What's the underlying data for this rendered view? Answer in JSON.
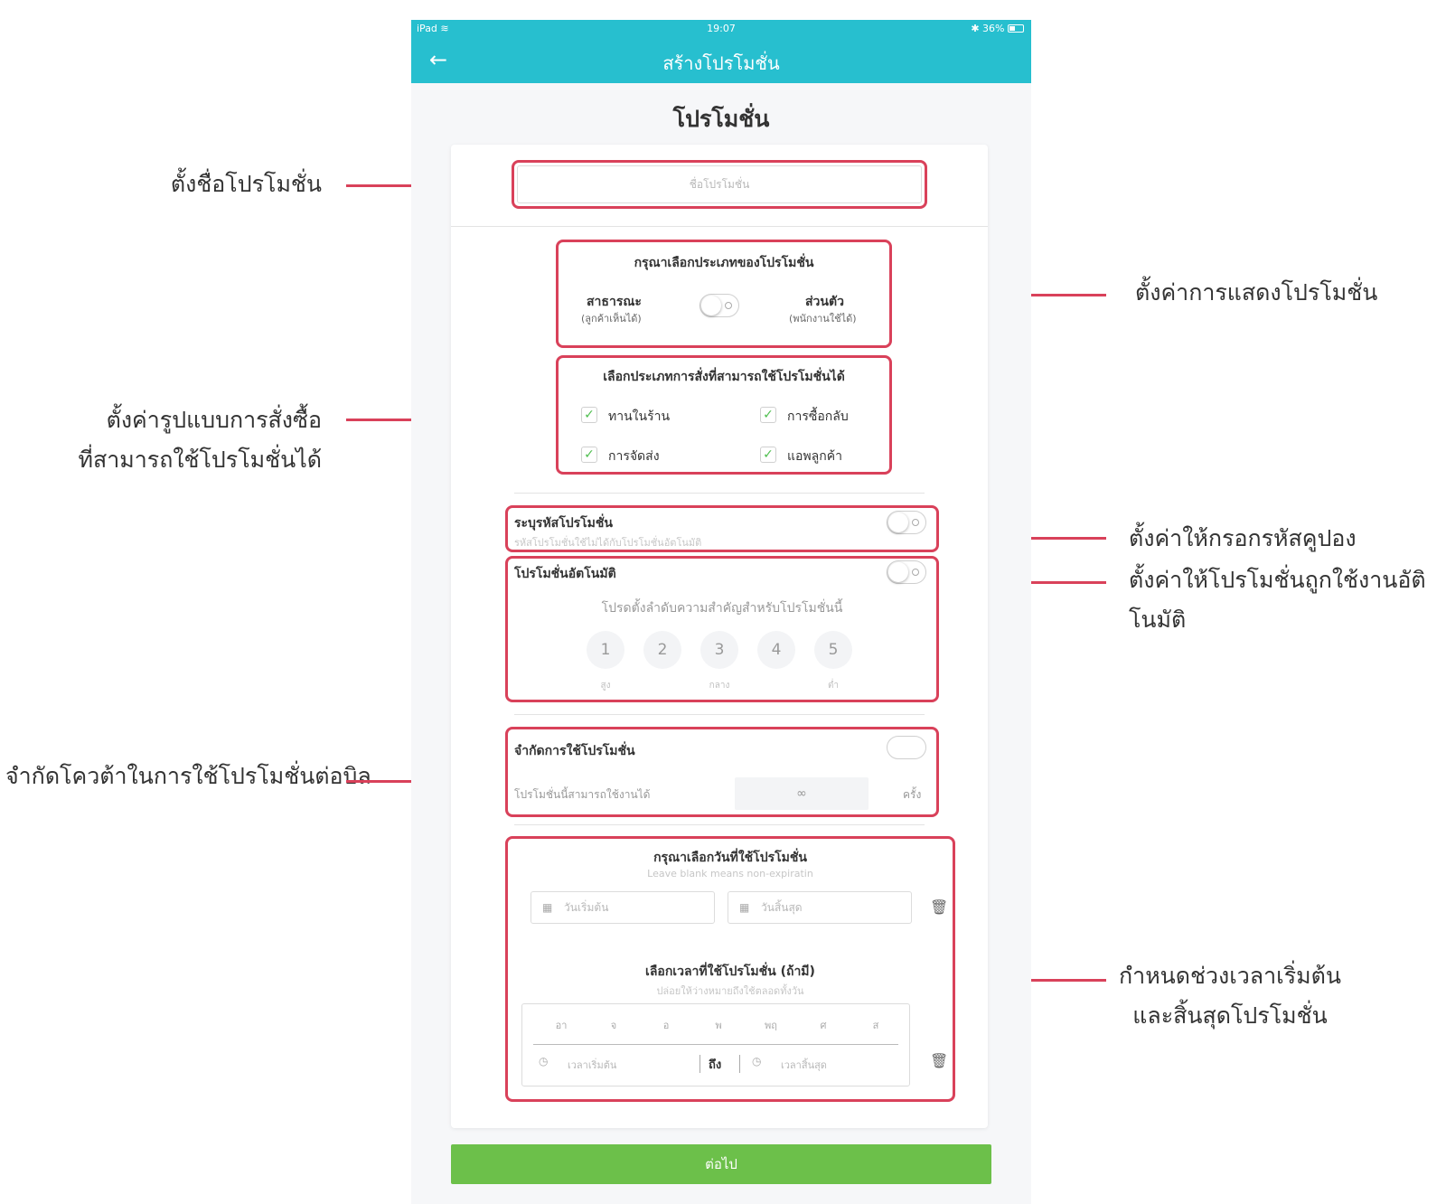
{
  "annotations": {
    "name": "ตั้งชื่อโปรโมชั่น",
    "display": "ตั้งค่าการแสดงโปรโมชั่น",
    "order_type_line1": "ตั้งค่ารูปแบบการสั่งซื้อ",
    "order_type_line2": "ที่สามารถใช้โปรโมชั่นได้",
    "coupon": "ตั้งค่าให้กรอกรหัสคูปอง",
    "auto": "ตั้งค่าให้โปรโมชั่นถูกใช้งานอัติโนมัติ",
    "quota": "จำกัดโควต้าในการใช้โปรโมชั่นต่อบิล",
    "period_line1": "กำหนดช่วงเวลาเริ่มต้น",
    "period_line2": "และสิ้นสุดโปรโมชั่น"
  },
  "statusbar": {
    "device": "iPad",
    "time": "19:07",
    "battery": "36%"
  },
  "navbar": {
    "back_icon": "←",
    "title": "สร้างโปรโมชั่น"
  },
  "page_heading": "โปรโมชั่น",
  "name_input": {
    "placeholder": "ชื่อโปรโมชั่น"
  },
  "promo_type": {
    "title": "กรุณาเลือกประเภทของโปรโมชั่น",
    "public_label": "สาธารณะ",
    "public_sub": "(ลูกค้าเห็นได้)",
    "private_label": "ส่วนตัว",
    "private_sub": "(พนักงานใช้ได้)"
  },
  "order_types": {
    "title": "เลือกประเภทการสั่งที่สามารถใช้โปรโมชั่นได้",
    "items": [
      "ทานในร้าน",
      "การซื้อกลับ",
      "การจัดส่ง",
      "แอพลูกค้า"
    ],
    "checked": [
      true,
      true,
      true,
      true
    ]
  },
  "coupon": {
    "title": "ระบุรหัสโปรโมชั่น",
    "note": "รหัสโปรโมชั่นใช้ไม่ได้กับโปรโมชั่นอัตโนมัติ"
  },
  "auto_promo": {
    "title": "โปรโมชั่นอัตโนมัติ",
    "subtitle": "โปรดตั้งลำดับความสำคัญสำหรับโปรโมชั่นนี้",
    "priorities": [
      "1",
      "2",
      "3",
      "4",
      "5"
    ],
    "priority_labels": {
      "high": "สูง",
      "mid": "กลาง",
      "low": "ต่ำ"
    }
  },
  "limit": {
    "title": "จำกัดการใช้โปรโมชั่น",
    "text": "โปรโมชั่นนี้สามารถใช้งานได้",
    "value": "∞",
    "unit": "ครั้ง"
  },
  "dates": {
    "title": "กรุณาเลือกวันที่ใช้โปรโมชั่น",
    "hint": "Leave blank means non-expiratin",
    "start_placeholder": "วันเริ่มต้น",
    "end_placeholder": "วันสิ้นสุด"
  },
  "times": {
    "title": "เลือกเวลาที่ใช้โปรโมชั่น (ถ้ามี)",
    "hint": "ปล่อยให้ว่างหมายถึงใช้ตลอดทั้งวัน",
    "days": [
      "อา",
      "จ",
      "อ",
      "พ",
      "พฤ",
      "ศ",
      "ส"
    ],
    "start_placeholder": "เวลาเริ่มต้น",
    "to_label": "ถึง",
    "end_placeholder": "เวลาสิ้นสุด"
  },
  "next_button": "ต่อไป",
  "colors": {
    "accent": "#27bfcf",
    "highlight": "#d9415a",
    "button": "#6cc04a",
    "check": "#4fbf4f"
  }
}
